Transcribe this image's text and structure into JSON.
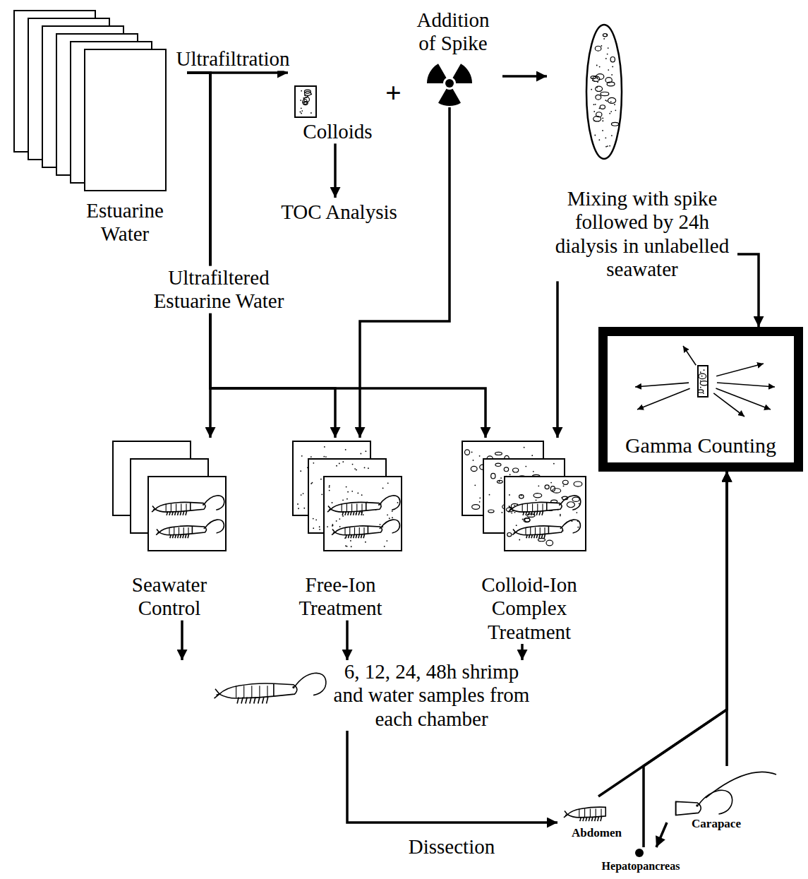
{
  "diagram": {
    "nodes": [
      {
        "text": [
          "Estuarine Water"
        ]
      },
      {
        "text": [
          "Colloids"
        ]
      },
      {
        "text": [
          "Addition of Spike"
        ]
      },
      {
        "text": [
          "Mixing with spike followed by 24h dialysis in unlabelled seawater"
        ]
      },
      {
        "text": [
          "TOC Analysis"
        ]
      },
      {
        "text": [
          "Gamma Counting"
        ]
      },
      {
        "text": [
          "Seawater Control"
        ]
      },
      {
        "text": [
          "Free-Ion Treatment"
        ]
      },
      {
        "text": [
          "Colloid-Ion Complex Treatment"
        ]
      },
      {
        "text": [
          "6, 12, 24, 48h shrimp and water samples from each chamber"
        ]
      },
      {
        "text": [
          "Abdomen"
        ]
      },
      {
        "text": [
          "Carapace"
        ]
      },
      {
        "text": [
          "Hepatopancreas"
        ]
      }
    ],
    "edges": [
      {
        "from": 0,
        "to": 1,
        "label": "Ultrafiltration",
        "arrow": "to"
      },
      {
        "from": 1,
        "to": 4,
        "arrow": "to"
      },
      {
        "from": 2,
        "to": 3,
        "arrow": "to"
      },
      {
        "from": 0,
        "to": 6,
        "label": "Ultrafiltered Estuarine Water",
        "arrow": "to"
      },
      {
        "from": 0,
        "to": 7,
        "arrow": "to"
      },
      {
        "from": 0,
        "to": 8,
        "arrow": "to"
      },
      {
        "from": 2,
        "to": 7,
        "arrow": "to"
      },
      {
        "from": 3,
        "to": 8,
        "arrow": "to"
      },
      {
        "from": 3,
        "to": 5,
        "arrow": "to"
      },
      {
        "from": 6,
        "to": 9,
        "arrow": "to"
      },
      {
        "from": 7,
        "to": 9,
        "arrow": "to"
      },
      {
        "from": 8,
        "to": 9,
        "arrow": "to"
      },
      {
        "from": 9,
        "to": 10,
        "label": "Dissection",
        "arrow": "to"
      },
      {
        "from": 10,
        "to": 5,
        "arrow": "to"
      },
      {
        "from": 11,
        "to": 5,
        "arrow": "to"
      },
      {
        "from": 12,
        "to": 5,
        "arrow": "to"
      },
      {
        "from": 11,
        "to": 12,
        "arrow": "to"
      }
    ],
    "labels": [
      "+"
    ]
  }
}
